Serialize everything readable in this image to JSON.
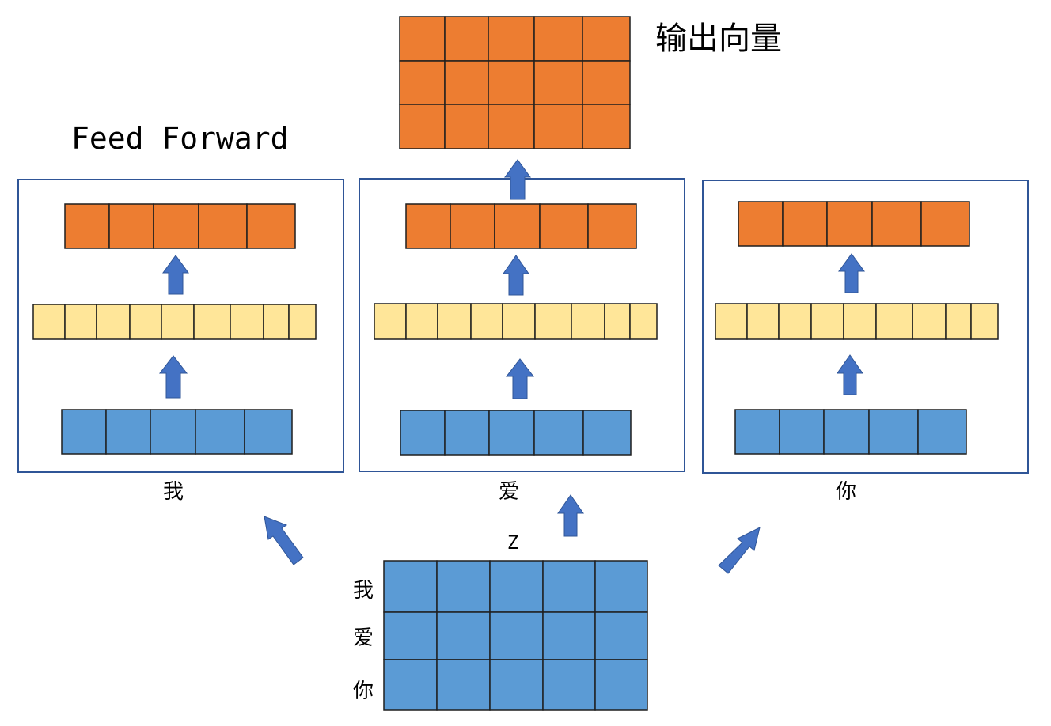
{
  "title": "输出向量",
  "ff_label": "Feed Forward",
  "z_label": "Z",
  "tokens": [
    "我",
    "爱",
    "你"
  ],
  "row_labels": [
    "我",
    "爱",
    "你"
  ],
  "colors": {
    "blue": "#5b9bd5",
    "yellow": "#ffe699",
    "orange": "#ed7d31",
    "arrow": "#4472c4",
    "frame": "#2f5597",
    "cell_border": "#1f1f1f"
  },
  "output_matrix": {
    "rows": 3,
    "cols": 5
  },
  "z_matrix": {
    "rows": 3,
    "cols": 5
  },
  "blocks": [
    {
      "token": "我",
      "input_cells": 5,
      "hidden_cells": 9,
      "output_cells": 5
    },
    {
      "token": "爱",
      "input_cells": 5,
      "hidden_cells": 9,
      "output_cells": 5
    },
    {
      "token": "你",
      "input_cells": 5,
      "hidden_cells": 9,
      "output_cells": 5
    }
  ]
}
